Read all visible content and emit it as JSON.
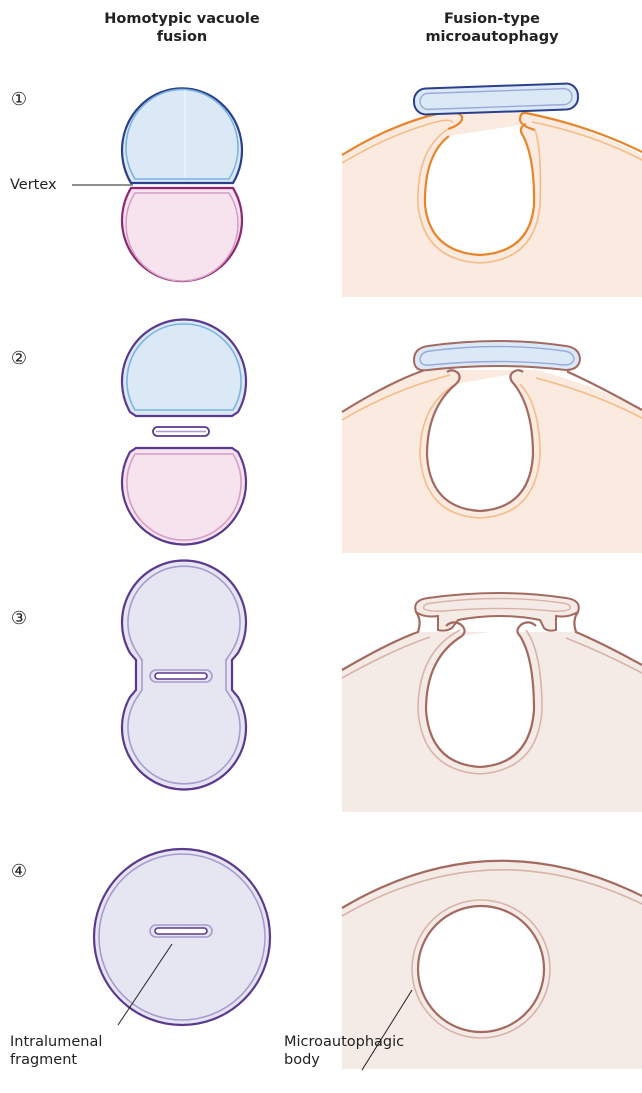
{
  "columns": {
    "left_title": "Homotypic vacuole\nfusion",
    "right_title": "Fusion-type\nmicroautophagy"
  },
  "steps": [
    "①",
    "②",
    "③",
    "④"
  ],
  "labels": {
    "vertex": "Vertex",
    "intralumenal_fragment": "Intralumenal\nfragment",
    "microautophagic_body": "Microautophagic\nbody"
  },
  "colors": {
    "blue_lumen_fill": "#dbe9f7",
    "blue_outer": "#2b3f8c",
    "blue_inner": "#7ab3df",
    "pink_lumen_fill": "#f6e3ee",
    "pink_outer": "#8e2770",
    "pink_inner": "#d69cc6",
    "purple_outer": "#5b3a8e",
    "purple_inner": "#a79bcf",
    "fused_fill": "#e6e5f2",
    "orange_outer": "#e8852a",
    "orange_inner": "#f4bd88",
    "peach_fill": "#fbeadf",
    "brown_outer": "#a36a60",
    "brown_inner": "#d8b3aa",
    "late_fill": "#f4ebe6"
  }
}
